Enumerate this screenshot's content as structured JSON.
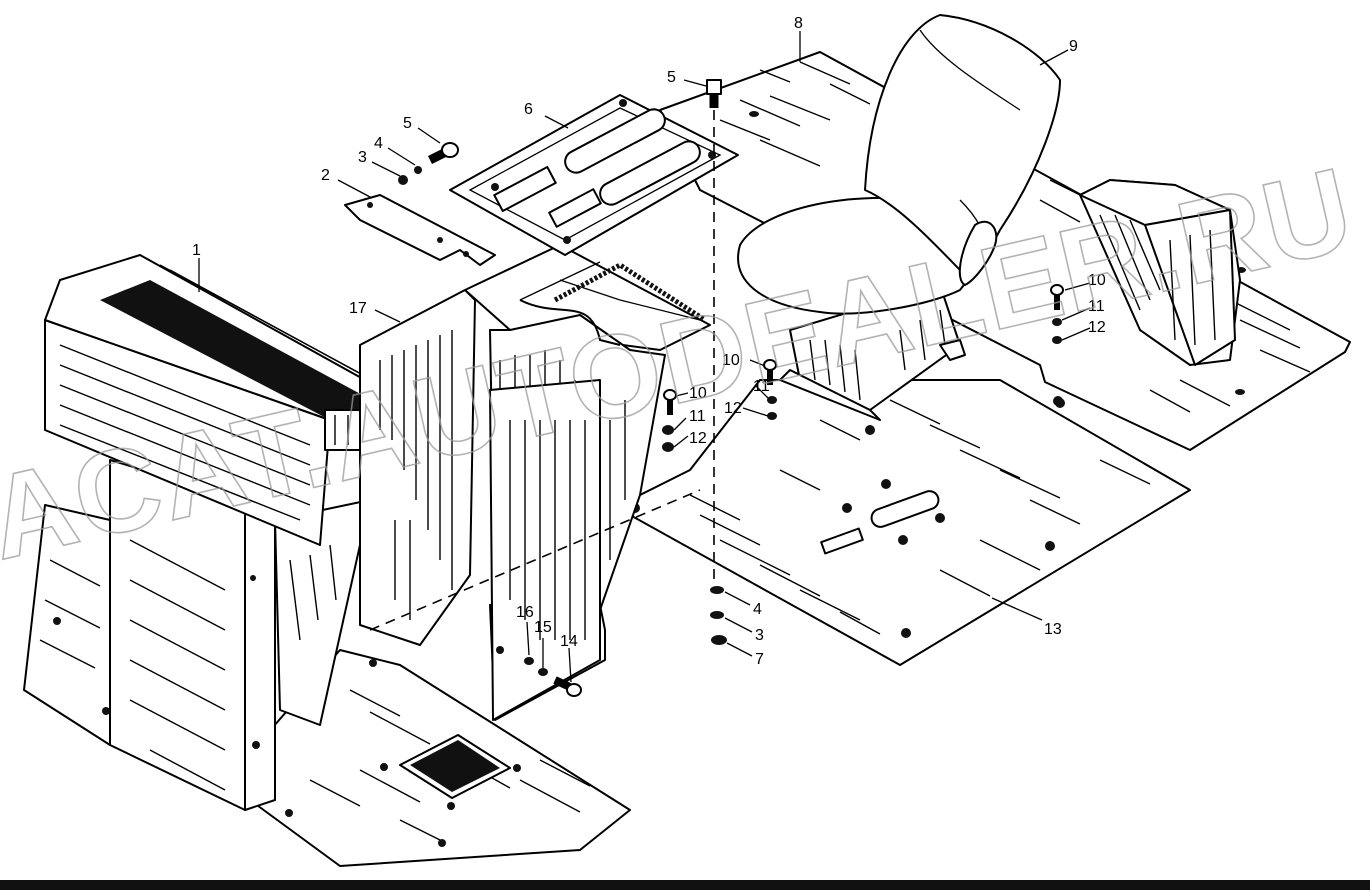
{
  "diagram": {
    "watermark": "ACAT.AUTODEALER.RU",
    "callouts": [
      {
        "id": "c1",
        "label": "1"
      },
      {
        "id": "c2",
        "label": "2"
      },
      {
        "id": "c3a",
        "label": "3"
      },
      {
        "id": "c4a",
        "label": "4"
      },
      {
        "id": "c5a",
        "label": "5"
      },
      {
        "id": "c5b",
        "label": "5"
      },
      {
        "id": "c6",
        "label": "6"
      },
      {
        "id": "c8",
        "label": "8"
      },
      {
        "id": "c9",
        "label": "9"
      },
      {
        "id": "c17",
        "label": "17"
      },
      {
        "id": "c10a",
        "label": "10"
      },
      {
        "id": "c11a",
        "label": "11"
      },
      {
        "id": "c12a",
        "label": "12"
      },
      {
        "id": "c10b",
        "label": "10"
      },
      {
        "id": "c11b",
        "label": "11"
      },
      {
        "id": "c12b",
        "label": "12"
      },
      {
        "id": "c10c",
        "label": "10"
      },
      {
        "id": "c11c",
        "label": "11"
      },
      {
        "id": "c12c",
        "label": "12"
      },
      {
        "id": "c4b",
        "label": "4"
      },
      {
        "id": "c3b",
        "label": "3"
      },
      {
        "id": "c7",
        "label": "7"
      },
      {
        "id": "c13",
        "label": "13"
      },
      {
        "id": "c14",
        "label": "14"
      },
      {
        "id": "c15",
        "label": "15"
      },
      {
        "id": "c16",
        "label": "16"
      }
    ]
  }
}
